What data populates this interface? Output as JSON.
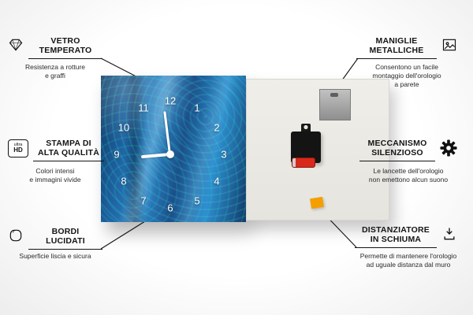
{
  "product": {
    "name_hint": "wall clock front and back",
    "clock_numbers": [
      "12",
      "1",
      "2",
      "3",
      "4",
      "5",
      "6",
      "7",
      "8",
      "9",
      "10",
      "11"
    ]
  },
  "callouts": {
    "vetro": {
      "icon": "diamond-icon",
      "title": "VETRO\nTEMPERATO",
      "subtitle": "Resistenza a rotture\ne graffi"
    },
    "stampa": {
      "icon": "ultra-hd-icon",
      "icon_text_top": "ultra",
      "icon_text_bottom": "HD",
      "title": "STAMPA DI\nALTA QUALITÀ",
      "subtitle": "Colori intensi\ne immagini vivide"
    },
    "bordi": {
      "icon": "rounded-corner-icon",
      "title": "BORDI\nLUCIDATI",
      "subtitle": "Superficie liscia e sicura"
    },
    "maniglie": {
      "icon": "picture-frame-icon",
      "title": "MANIGLIE\nMETALLICHE",
      "subtitle": "Consentono un facile\nmontaggio dell'orologio\na parete"
    },
    "meccanismo": {
      "icon": "gear-icon",
      "title": "MECCANISMO\nSILENZIOSO",
      "subtitle": "Le lancette dell'orologio\nnon emettono alcun suono"
    },
    "distanziatore": {
      "icon": "down-arrow-icon",
      "title": "DISTANZIATORE\nIN SCHIUMA",
      "subtitle": "Permette di mantenere l'orologio\nad uguale distanza dal muro"
    }
  },
  "colors": {
    "print_blue": "#1d5f9e",
    "foam_orange": "#f59e00",
    "battery_red": "#d8281c",
    "line_black": "#151515"
  }
}
